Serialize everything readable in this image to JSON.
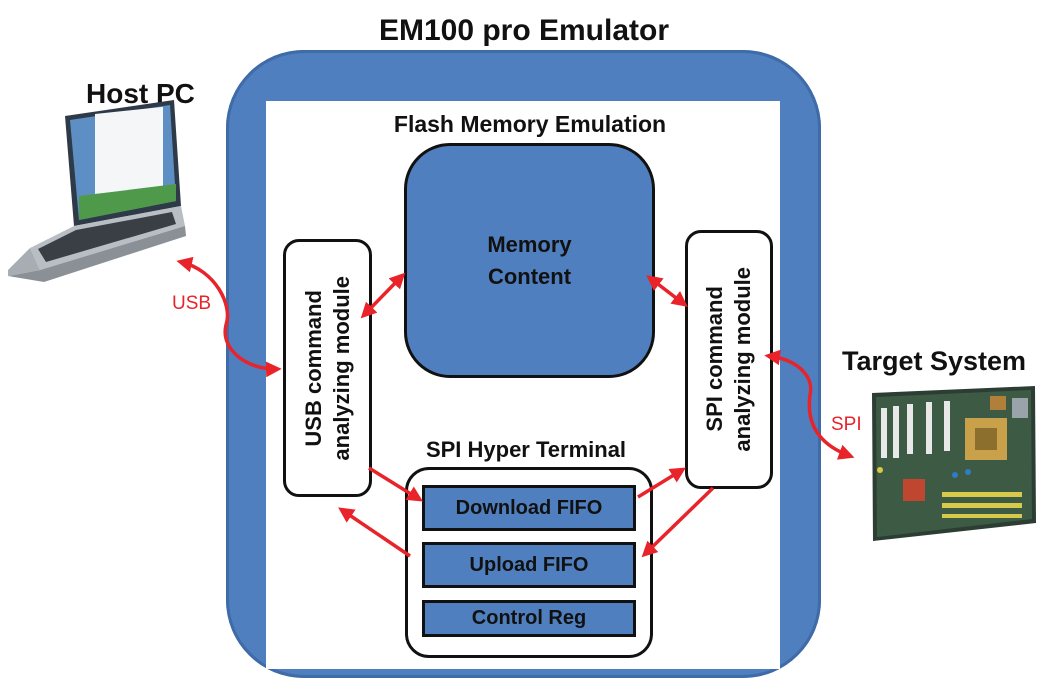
{
  "title": "EM100 pro Emulator",
  "host_pc": "Host PC",
  "target_system": "Target System",
  "flash_memory": {
    "title": "Flash Memory Emulation",
    "content_line1": "Memory",
    "content_line2": "Content"
  },
  "usb_module": {
    "line1": "USB command",
    "line2": "analyzing module"
  },
  "spi_module": {
    "line1": "SPI command",
    "line2": "analyzing module"
  },
  "hyper_terminal": {
    "title": "SPI Hyper Terminal",
    "items": [
      "Download FIFO",
      "Upload FIFO",
      "Control Reg"
    ]
  },
  "links": {
    "usb": "USB",
    "spi": "SPI"
  },
  "colors": {
    "block_blue": "#4f7fbf",
    "arrow_red": "#e8232a",
    "outline": "#111111"
  },
  "icons": {
    "host": "laptop-icon",
    "target": "motherboard-icon"
  }
}
